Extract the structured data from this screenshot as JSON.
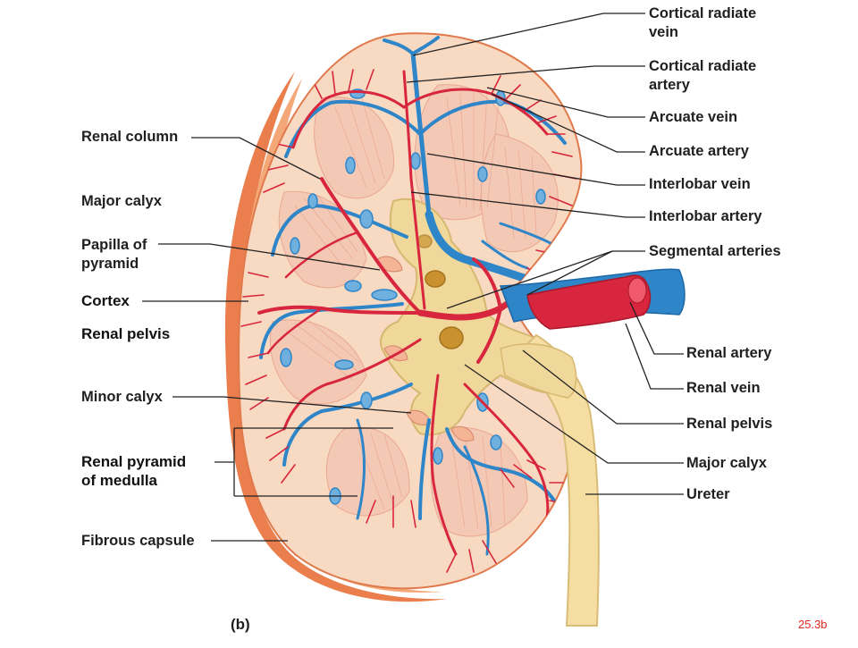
{
  "colors": {
    "artery": "#d7263d",
    "vein": "#2e86c9",
    "capsule": "#e8703a",
    "cortex": "#f8d9c2",
    "pelvis": "#f0d79a",
    "leader": "#222222",
    "figure_ref": "#e1261c"
  },
  "labels_left": [
    {
      "id": "renal-column",
      "lines": [
        "Renal column"
      ]
    },
    {
      "id": "major-calyx-left",
      "lines": [
        "Major calyx"
      ]
    },
    {
      "id": "papilla",
      "lines": [
        "Papilla of",
        "pyramid"
      ]
    },
    {
      "id": "cortex",
      "lines": [
        "Cortex"
      ]
    },
    {
      "id": "renal-pelvis-left",
      "lines": [
        "Renal pelvis"
      ]
    },
    {
      "id": "minor-calyx",
      "lines": [
        "Minor calyx"
      ]
    },
    {
      "id": "renal-pyramid",
      "lines": [
        "Renal pyramid",
        "of medulla"
      ]
    },
    {
      "id": "fibrous-capsule",
      "lines": [
        "Fibrous capsule"
      ]
    }
  ],
  "labels_right": [
    {
      "id": "cortical-radiate-vein",
      "lines": [
        "Cortical radiate",
        "vein"
      ]
    },
    {
      "id": "cortical-radiate-artery",
      "lines": [
        "Cortical radiate",
        "artery"
      ]
    },
    {
      "id": "arcuate-vein",
      "lines": [
        "Arcuate vein"
      ]
    },
    {
      "id": "arcuate-artery",
      "lines": [
        "Arcuate artery"
      ]
    },
    {
      "id": "interlobar-vein",
      "lines": [
        "Interlobar vein"
      ]
    },
    {
      "id": "interlobar-artery",
      "lines": [
        "Interlobar artery"
      ]
    },
    {
      "id": "segmental-arteries",
      "lines": [
        "Segmental arteries"
      ]
    },
    {
      "id": "renal-artery",
      "lines": [
        "Renal artery"
      ]
    },
    {
      "id": "renal-vein",
      "lines": [
        "Renal vein"
      ]
    },
    {
      "id": "renal-pelvis-right",
      "lines": [
        "Renal pelvis"
      ]
    },
    {
      "id": "major-calyx-right",
      "lines": [
        "Major calyx"
      ]
    },
    {
      "id": "ureter",
      "lines": [
        "Ureter"
      ]
    }
  ],
  "panel_tag": "(b)",
  "figure_ref": "25.3b"
}
